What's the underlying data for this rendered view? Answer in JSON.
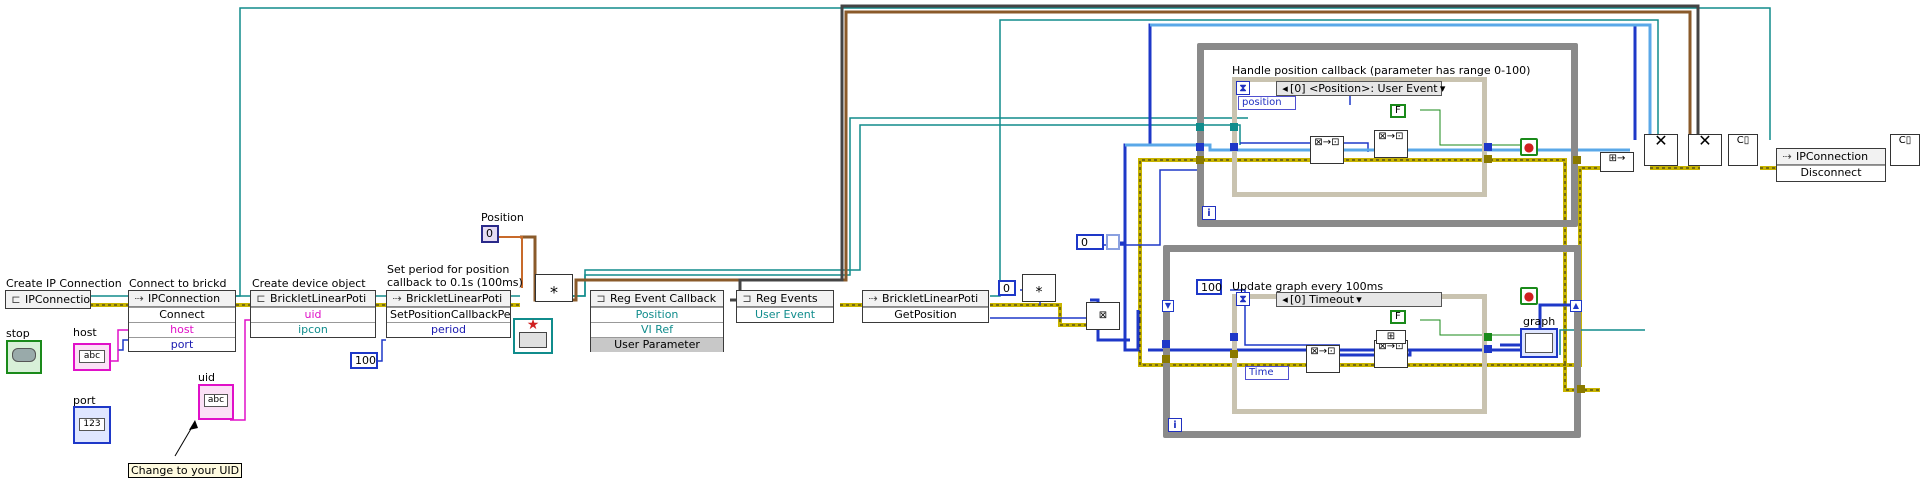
{
  "labels": {
    "create_ip": "Create IP Connection",
    "connect": "Connect to brickd",
    "create_device": "Create device object",
    "set_period_1": "Set period for position",
    "set_period_2": "callback to 0.1s (100ms)",
    "position": "Position",
    "stop": "stop",
    "host": "host",
    "port": "port",
    "uid": "uid",
    "change_uid": "Change to your UID",
    "graph": "graph"
  },
  "nodes": {
    "ipcon_create": "IPConnection",
    "ipcon_connect": {
      "title": "IPConnection",
      "method": "Connect",
      "in1": "host",
      "in2": "port"
    },
    "poti_create": {
      "title": "BrickletLinearPoti",
      "in1": "uid",
      "in2": "ipcon"
    },
    "poti_period": {
      "title": "BrickletLinearPoti",
      "method": "SetPositionCallbackPeriod",
      "in1": "period"
    },
    "reg_callback": {
      "title": "Reg Event Callback",
      "r1": "Position",
      "r2": "VI Ref",
      "r3": "User Parameter"
    },
    "reg_events": {
      "title": "Reg Events",
      "r1": "User Event"
    },
    "poti_get": {
      "title": "BrickletLinearPoti",
      "method": "GetPosition"
    },
    "ipcon_disconnect": {
      "title": "IPConnection",
      "method": "Disconnect"
    }
  },
  "constants": {
    "period": "100",
    "zero_a": "0",
    "zero_b": "0",
    "position_ind": "0",
    "timeout": "100"
  },
  "loops": {
    "top_case_title": "Handle position callback (parameter has range 0-100)",
    "top_selector": "[0] <Position>: User Event",
    "top_param": "position",
    "bottom_case_title": "Update graph every 100ms",
    "bottom_selector": "[0] Timeout",
    "bottom_param": "Time",
    "iter": "i",
    "false_const": "F"
  },
  "colors": {
    "wire_cluster": "#8a5a2a",
    "wire_ref": "#108c8c",
    "wire_int": "#1e38c8",
    "wire_string": "#e010c8",
    "wire_error": "#c8b400",
    "wire_bool": "#1a8a1a"
  }
}
